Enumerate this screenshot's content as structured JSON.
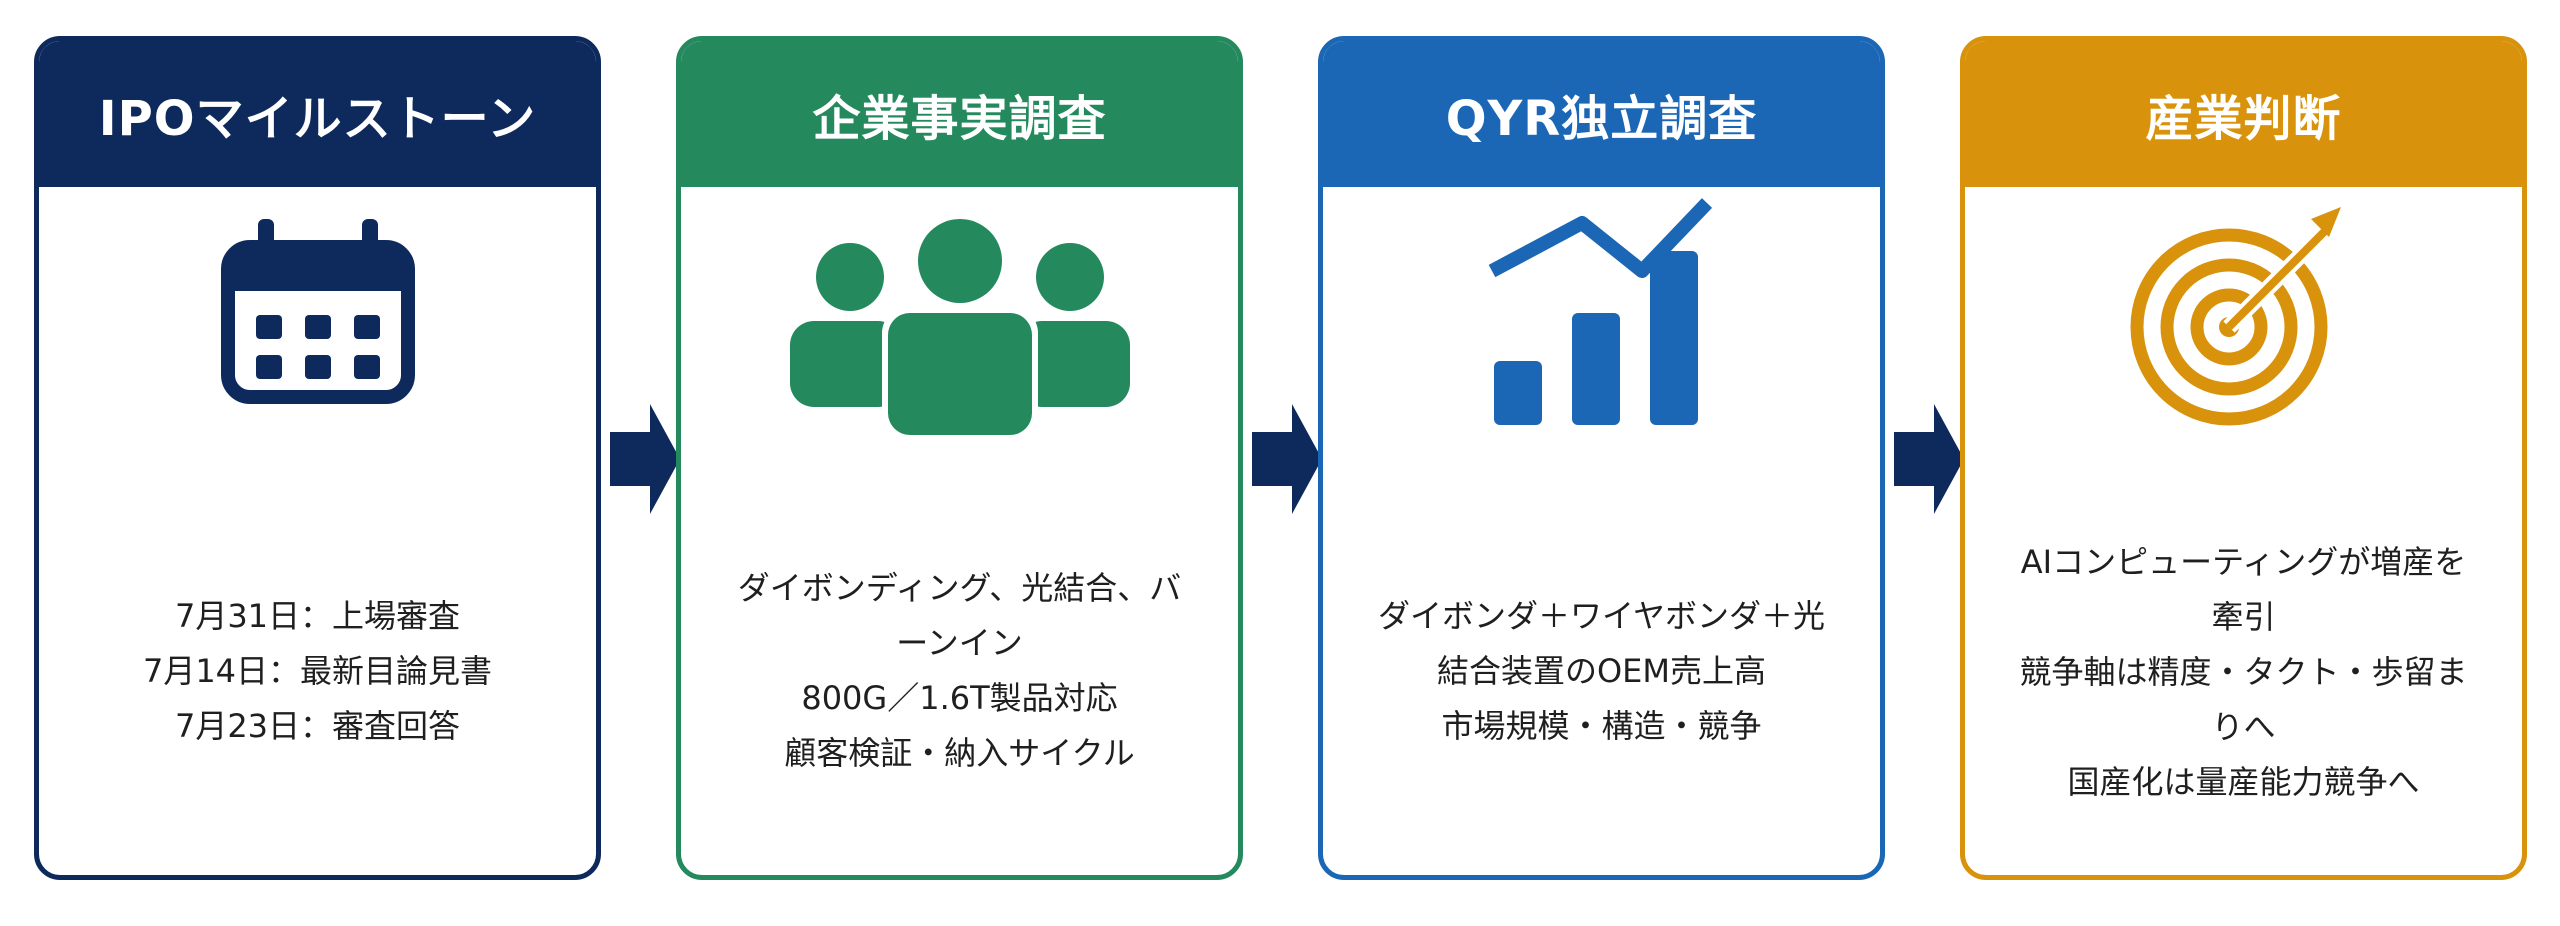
{
  "colors": {
    "navy": "#0E2A5C",
    "green": "#248A5E",
    "blue": "#1B67B5",
    "gold": "#D8920B",
    "arrow": "#0E2A5C"
  },
  "steps": [
    {
      "title": "IPOマイルストーン",
      "icon": "calendar-icon",
      "lines": [
        "7月31日：上場審査",
        "7月14日：最新目論見書",
        "7月23日：審査回答"
      ]
    },
    {
      "title": "企業事実調査",
      "icon": "people-group-icon",
      "lines": [
        "ダイボンディング、光結合、バ",
        "ーンイン",
        "800G／1.6T製品対応",
        "顧客検証・納入サイクル"
      ]
    },
    {
      "title": "QYR独立調査",
      "icon": "growth-chart-icon",
      "lines": [
        "ダイボンダ＋ワイヤボンダ＋光",
        "結合装置のOEM売上高",
        "市場規模・構造・競争"
      ]
    },
    {
      "title": "産業判断",
      "icon": "target-icon",
      "lines": [
        "AIコンピューティングが増産を",
        "牽引",
        "競争軸は精度・タクト・歩留ま",
        "りへ",
        "国産化は量産能力競争へ"
      ]
    }
  ]
}
